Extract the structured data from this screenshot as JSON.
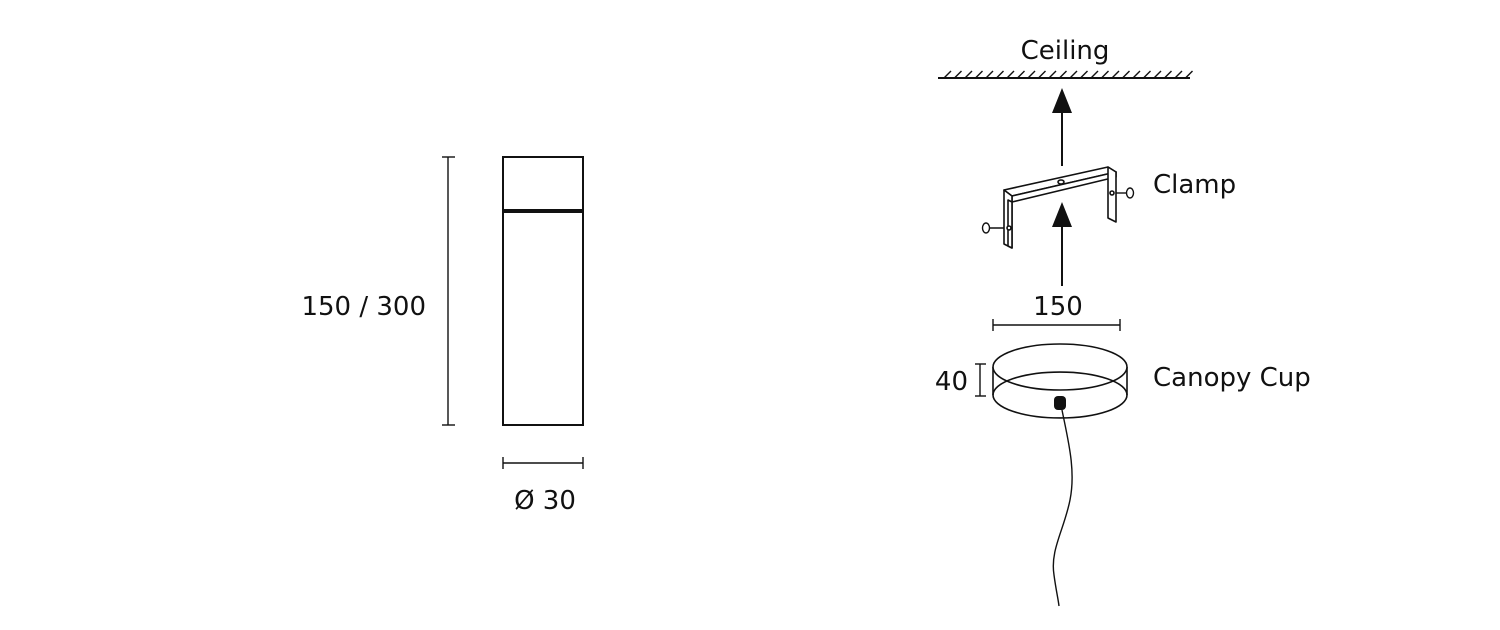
{
  "pendant": {
    "height_label": "150 / 300",
    "diameter_label": "Ø 30"
  },
  "mounting": {
    "ceiling_label": "Ceiling",
    "clamp_label": "Clamp",
    "canopy_label": "Canopy Cup",
    "canopy_width_label": "150",
    "canopy_height_label": "40"
  },
  "colors": {
    "line": "#111111",
    "background": "#ffffff"
  }
}
